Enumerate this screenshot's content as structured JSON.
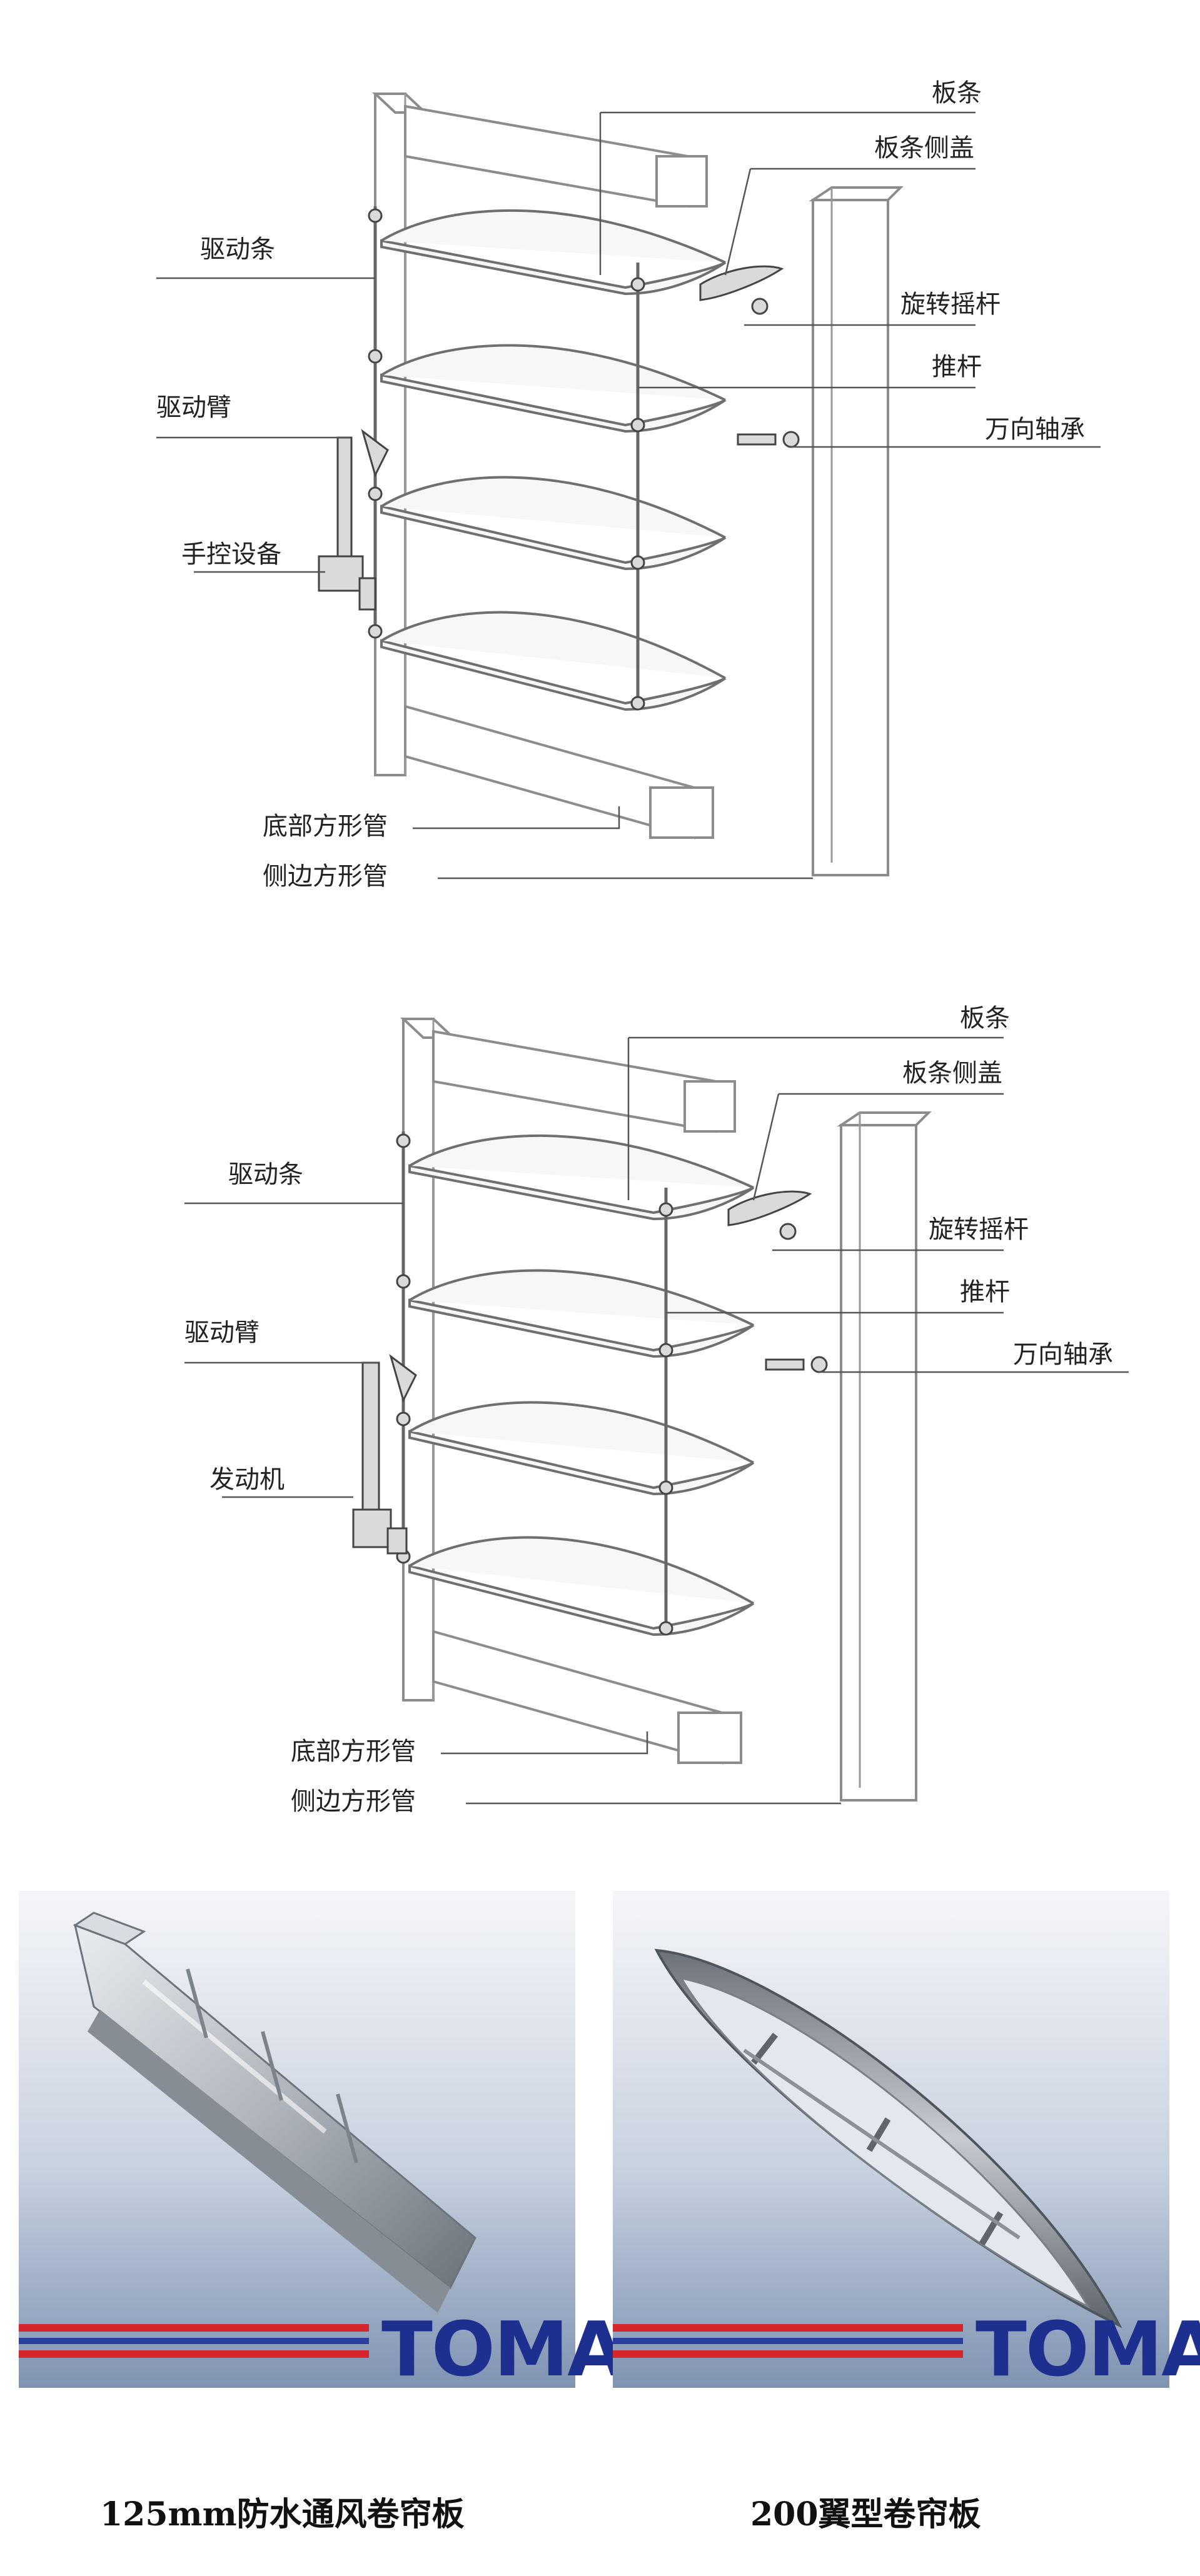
{
  "diagram_manual": {
    "labels": {
      "slat": "板条",
      "slat_side_cover": "板条侧盖",
      "drive_bar": "驱动条",
      "rotary_rocker": "旋转摇杆",
      "push_rod": "推杆",
      "drive_arm": "驱动臂",
      "universal_bearing": "万向轴承",
      "manual_device": "手控设备",
      "bottom_square_tube": "底部方形管",
      "side_square_tube": "侧边方形管"
    }
  },
  "diagram_motor": {
    "labels": {
      "slat": "板条",
      "slat_side_cover": "板条侧盖",
      "drive_bar": "驱动条",
      "rotary_rocker": "旋转摇杆",
      "push_rod": "推杆",
      "drive_arm": "驱动臂",
      "universal_bearing": "万向轴承",
      "motor": "发动机",
      "bottom_square_tube": "底部方形管",
      "side_square_tube": "侧边方形管"
    }
  },
  "products": [
    {
      "brand": "TOMA",
      "caption": "125mm防水通风卷帘板"
    },
    {
      "brand": "TOMA",
      "caption": "200翼型卷帘板"
    }
  ],
  "colors": {
    "brand_blue": "#1d2f8f",
    "stripe_red": "#d4262b",
    "stripe_blue": "#2a3f9e",
    "panel_top": "#f4f6f9",
    "panel_bottom": "#7f93b2"
  }
}
